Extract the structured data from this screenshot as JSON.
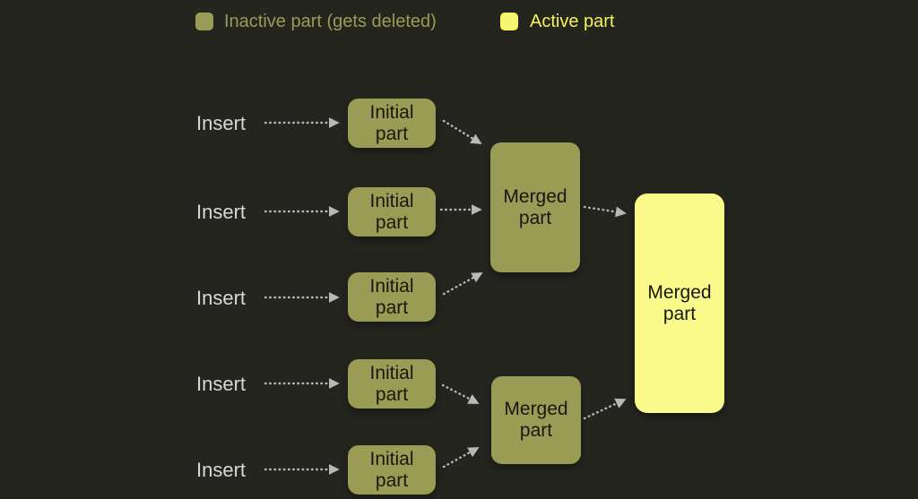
{
  "legend": {
    "inactive": {
      "label": "Inactive part (gets deleted)",
      "swatch_color": "#9a9c55"
    },
    "active": {
      "label": "Active part",
      "swatch_color": "#f6f76e"
    }
  },
  "rows": [
    {
      "insert": "Insert",
      "part": "Initial\npart"
    },
    {
      "insert": "Insert",
      "part": "Initial\npart"
    },
    {
      "insert": "Insert",
      "part": "Initial\npart"
    },
    {
      "insert": "Insert",
      "part": "Initial\npart"
    },
    {
      "insert": "Insert",
      "part": "Initial\npart"
    }
  ],
  "merged": [
    {
      "label": "Merged\npart"
    },
    {
      "label": "Merged\npart"
    }
  ],
  "final": {
    "label": "Merged\npart"
  },
  "colors": {
    "background": "#24251f",
    "inactive_box": "#9a9c55",
    "active_box": "#f9fa8a",
    "arrow": "#b8b8b8",
    "insert_text": "#d8d8d8",
    "box_text": "#17170f",
    "inactive_text": "#9a9c55",
    "active_text": "#f2f45c"
  }
}
